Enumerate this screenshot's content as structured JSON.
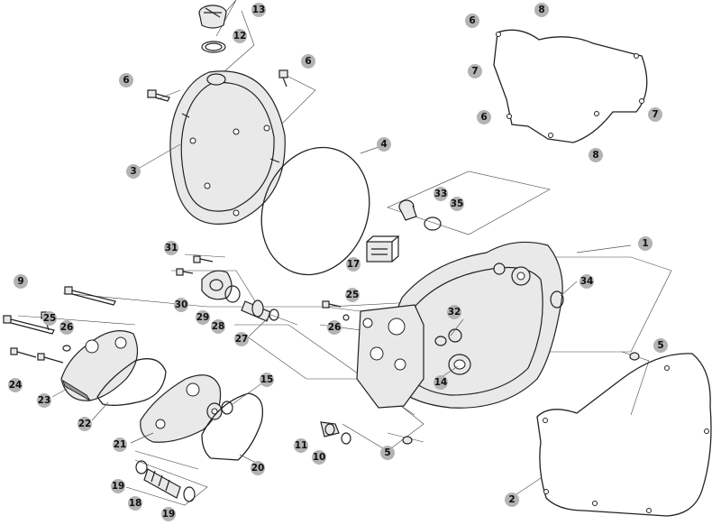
{
  "callouts": [
    {
      "label": "13"
    },
    {
      "label": "12"
    },
    {
      "label": "6"
    },
    {
      "label": "6"
    },
    {
      "label": "3"
    },
    {
      "label": "4"
    },
    {
      "label": "8"
    },
    {
      "label": "6"
    },
    {
      "label": "7"
    },
    {
      "label": "6"
    },
    {
      "label": "7"
    },
    {
      "label": "8"
    },
    {
      "label": "33"
    },
    {
      "label": "35"
    },
    {
      "label": "1"
    },
    {
      "label": "17"
    },
    {
      "label": "31"
    },
    {
      "label": "9"
    },
    {
      "label": "30"
    },
    {
      "label": "29"
    },
    {
      "label": "28"
    },
    {
      "label": "25"
    },
    {
      "label": "26"
    },
    {
      "label": "27"
    },
    {
      "label": "32"
    },
    {
      "label": "34"
    },
    {
      "label": "5"
    },
    {
      "label": "14"
    },
    {
      "label": "25"
    },
    {
      "label": "26"
    },
    {
      "label": "24"
    },
    {
      "label": "23"
    },
    {
      "label": "22"
    },
    {
      "label": "15"
    },
    {
      "label": "21"
    },
    {
      "label": "11"
    },
    {
      "label": "10"
    },
    {
      "label": "5"
    },
    {
      "label": "20"
    },
    {
      "label": "19"
    },
    {
      "label": "18"
    },
    {
      "label": "19"
    },
    {
      "label": "2"
    }
  ]
}
